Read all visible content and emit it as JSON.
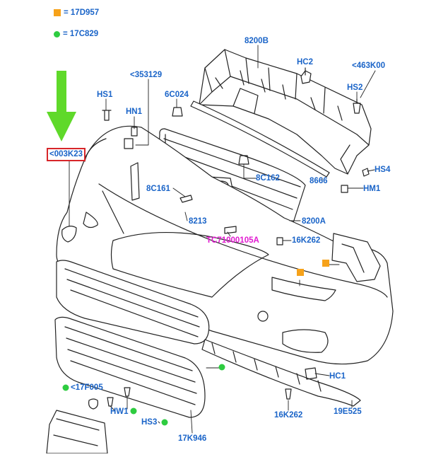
{
  "legend": [
    {
      "marker": "orange-square",
      "text": "= 17D957",
      "color": "#f6a21a"
    },
    {
      "marker": "green-dot",
      "text": "= 17C829",
      "color": "#2ecc40"
    }
  ],
  "callouts": {
    "p8200B": "8200B",
    "hc2": "HC2",
    "k463": "<463K00",
    "k353": "<353129",
    "hs1": "HS1",
    "c6024": "6C024",
    "hs2": "HS2",
    "hn1": "HN1",
    "k003": "<003K23",
    "c8162": "8C162",
    "hs4": "HS4",
    "hm1": "HM1",
    "c8161": "8C161",
    "p8666": "8666",
    "p8213": "8213",
    "p8200A": "8200A",
    "tc": "TC71000105A",
    "k16262a": "16K262",
    "hc1": "HC1",
    "f005": "<17F005",
    "hw1": "HW1",
    "hs3": "HS3",
    "k17946": "17K946",
    "k16262b": "16K262",
    "e19525": "19E525"
  },
  "colors": {
    "label": "#1a64c8",
    "highlight_label": "#e11ad0",
    "highlight_box": "#d7262a",
    "arrow": "#5fd92a",
    "orange_marker": "#f6a21a",
    "green_marker": "#2ecc40",
    "line": "#222222"
  }
}
